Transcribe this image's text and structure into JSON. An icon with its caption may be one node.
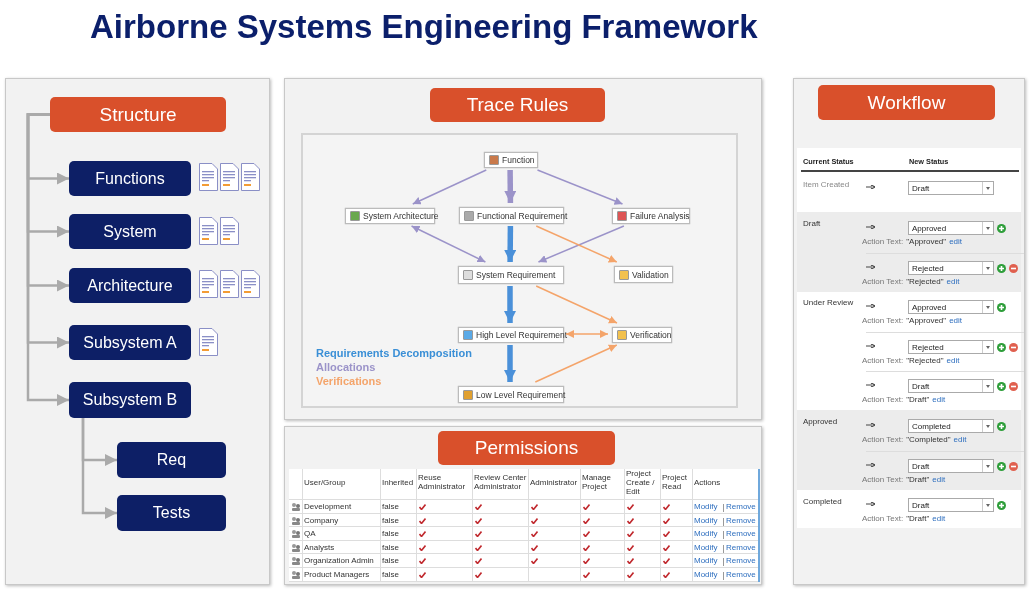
{
  "diagram": {
    "title": "Airborne Systems Engineering Framework",
    "nodes": [
      {
        "text": [],
        "shape": "box"
      },
      {
        "text": [
          "Structure"
        ],
        "in": 0
      },
      {
        "text": [
          "Functions"
        ],
        "in": 0
      },
      {
        "text": [
          "System"
        ],
        "in": 0
      },
      {
        "text": [
          "Architecture"
        ],
        "in": 0
      },
      {
        "text": [
          "Subsystem A"
        ],
        "in": 0
      },
      {
        "text": [
          "Subsystem B"
        ],
        "in": 0
      },
      {
        "text": [
          "Req"
        ],
        "in": 0
      },
      {
        "text": [
          "Tests"
        ],
        "in": 0
      },
      {
        "text": [],
        "shape": "box"
      },
      {
        "text": [
          "Trace Rules"
        ],
        "in": 9
      },
      {
        "text": [],
        "shape": "box",
        "in": 9
      },
      {
        "text": [
          "Function"
        ],
        "in": 11
      },
      {
        "text": [
          "System Architecture"
        ],
        "in": 11
      },
      {
        "text": [
          "Functional Requirement"
        ],
        "in": 11
      },
      {
        "text": [
          "Failure Analysis"
        ],
        "in": 11
      },
      {
        "text": [
          "System Requirement"
        ],
        "in": 11
      },
      {
        "text": [
          "Validation"
        ],
        "in": 11
      },
      {
        "text": [
          "High Level Requirement"
        ],
        "in": 11
      },
      {
        "text": [
          "Verification"
        ],
        "in": 11
      },
      {
        "text": [
          "Low Level Requirement"
        ],
        "in": 11
      },
      {
        "text": [],
        "shape": "box"
      },
      {
        "text": [
          "Permissions"
        ],
        "in": 21
      },
      {
        "text": [],
        "shape": "box"
      },
      {
        "text": [
          "Workflow"
        ],
        "in": 23
      }
    ],
    "edges": [
      {
        "from": 1,
        "to": 2,
        "arrow": "to"
      },
      {
        "from": 1,
        "to": 3,
        "arrow": "to"
      },
      {
        "from": 1,
        "to": 4,
        "arrow": "to"
      },
      {
        "from": 1,
        "to": 5,
        "arrow": "to"
      },
      {
        "from": 1,
        "to": 6,
        "arrow": "to"
      },
      {
        "from": 6,
        "to": 7,
        "arrow": "to"
      },
      {
        "from": 6,
        "to": 8,
        "arrow": "to"
      },
      {
        "from": 12,
        "to": 13,
        "arrow": "to",
        "color": "#9b93c9"
      },
      {
        "from": 12,
        "to": 14,
        "arrow": "to",
        "style": "thick",
        "color": "#9b93c9"
      },
      {
        "from": 12,
        "to": 15,
        "arrow": "to",
        "color": "#9b93c9"
      },
      {
        "from": 14,
        "to": 16,
        "arrow": "to",
        "style": "thick",
        "color": "#4a90d9"
      },
      {
        "from": 13,
        "to": 16,
        "arrow": "both",
        "color": "#9b93c9"
      },
      {
        "from": 15,
        "to": 16,
        "arrow": "to",
        "color": "#9b93c9"
      },
      {
        "from": 14,
        "to": 17,
        "arrow": "to",
        "color": "#f4a46a"
      },
      {
        "from": 16,
        "to": 18,
        "arrow": "to",
        "style": "thick",
        "color": "#4a90d9"
      },
      {
        "from": 16,
        "to": 19,
        "arrow": "to",
        "color": "#f4a46a"
      },
      {
        "from": 18,
        "to": 19,
        "arrow": "both",
        "color": "#f4a46a"
      },
      {
        "from": 18,
        "to": 20,
        "arrow": "to",
        "style": "thick",
        "color": "#4a90d9"
      },
      {
        "from": 20,
        "to": 19,
        "arrow": "to",
        "color": "#f4a46a"
      }
    ],
    "labels": [
      "User/Group",
      "Inherited",
      "Reuse Administrator",
      "Review Center Administrator",
      "Administrator",
      "Manage Project",
      "Project Create / Edit",
      "Project Read",
      "Actions",
      "Development",
      "false",
      "Modify",
      "Remove",
      "Company",
      "false",
      "Modify",
      "Remove",
      "QA",
      "false",
      "Modify",
      "Remove",
      "Analysts",
      "false",
      "Modify",
      "Remove",
      "Organization Admin",
      "false",
      "Modify",
      "Remove",
      "Product Managers",
      "false",
      "Modify",
      "Remove",
      "Current Status",
      "New Status",
      "Item Created",
      "Draft",
      "Draft",
      "Approved",
      "Action Text:",
      "\"Approved\"",
      "edit",
      "Rejected",
      "Action Text:",
      "\"Rejected\"",
      "edit",
      "Under Review",
      "Approved",
      "Action Text:",
      "\"Approved\"",
      "edit",
      "Rejected",
      "Action Text:",
      "\"Rejected\"",
      "edit",
      "Draft",
      "Action Text:",
      "\"Draft\"",
      "edit",
      "Approved",
      "Completed",
      "Action Text:",
      "\"Completed\"",
      "edit",
      "Draft",
      "Action Text:",
      "\"Draft\"",
      "edit",
      "Completed",
      "Draft",
      "Action Text:",
      "\"Draft\"",
      "edit"
    ],
    "legend": [
      {
        "text": "Requirements Decomposition",
        "color": "#3a8fd6"
      },
      {
        "text": "Allocations",
        "color": "#9b93c9"
      },
      {
        "text": "Verifications",
        "color": "#f4a46a"
      }
    ]
  }
}
